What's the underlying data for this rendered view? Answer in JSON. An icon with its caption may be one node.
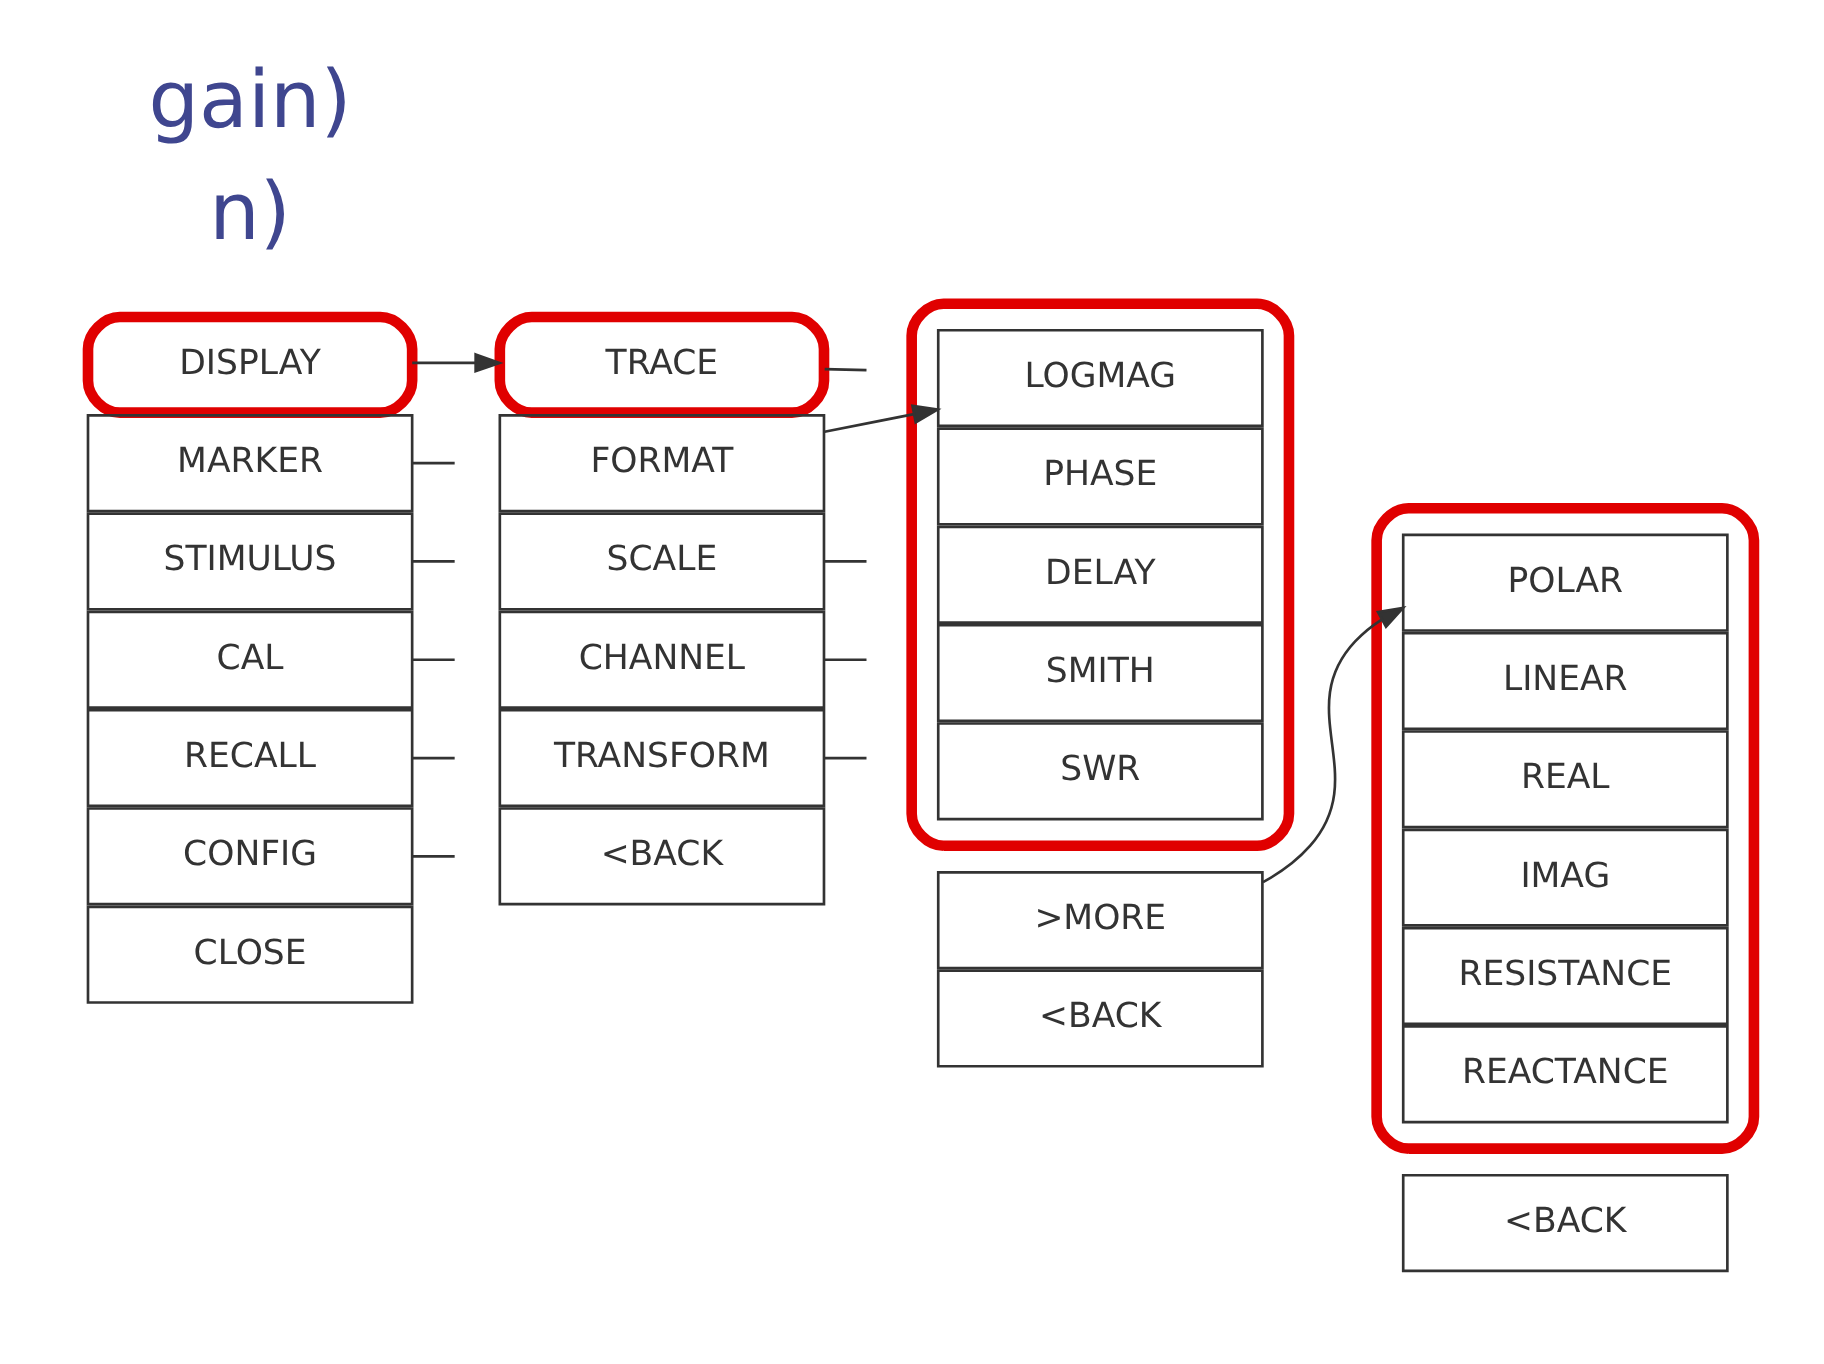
{
  "diagram": {
    "nodes": [
      {
        "text": [
          "DISPLAY"
        ]
      },
      {
        "text": [
          "MARKER"
        ]
      },
      {
        "text": [
          "STIMULUS"
        ]
      },
      {
        "text": [
          "CAL"
        ]
      },
      {
        "text": [
          "RECALL"
        ]
      },
      {
        "text": [
          "CONFIG"
        ]
      },
      {
        "text": [
          "CLOSE"
        ]
      },
      {
        "text": [
          "TRACE"
        ]
      },
      {
        "text": [
          "FORMAT"
        ]
      },
      {
        "text": [
          "SCALE"
        ]
      },
      {
        "text": [
          "CHANNEL"
        ]
      },
      {
        "text": [
          "TRANSFORM"
        ]
      },
      {
        "text": [
          "<BACK"
        ]
      },
      {
        "text": [],
        "shape": "box"
      },
      {
        "text": [
          "LOGMAG"
        ],
        "in": 13
      },
      {
        "text": [
          "PHASE"
        ],
        "in": 13
      },
      {
        "text": [
          "DELAY"
        ],
        "in": 13
      },
      {
        "text": [
          "SMITH"
        ],
        "in": 13
      },
      {
        "text": [
          "SWR"
        ],
        "in": 13
      },
      {
        "text": [
          ">MORE"
        ]
      },
      {
        "text": [
          "<BACK"
        ]
      },
      {
        "text": [],
        "shape": "box"
      },
      {
        "text": [
          "POLAR"
        ],
        "in": 21
      },
      {
        "text": [
          "LINEAR"
        ],
        "in": 21
      },
      {
        "text": [
          "REAL"
        ],
        "in": 21
      },
      {
        "text": [
          "IMAG"
        ],
        "in": 21
      },
      {
        "text": [
          "RESISTANCE"
        ],
        "in": 21
      },
      {
        "text": [
          "REACTANCE"
        ],
        "in": 21
      },
      {
        "text": [
          "<BACK"
        ]
      }
    ],
    "edges": [
      {
        "from": 0,
        "to": 7,
        "arrow": "to"
      },
      {
        "from": 1,
        "to": null,
        "arrow": "none"
      },
      {
        "from": 2,
        "to": null,
        "arrow": "none"
      },
      {
        "from": 3,
        "to": null,
        "arrow": "none"
      },
      {
        "from": 4,
        "to": null,
        "arrow": "none"
      },
      {
        "from": 5,
        "to": null,
        "arrow": "none"
      },
      {
        "from": 7,
        "to": null,
        "arrow": "none"
      },
      {
        "from": 8,
        "to": 14,
        "arrow": "to"
      },
      {
        "from": 9,
        "to": null,
        "arrow": "none"
      },
      {
        "from": 10,
        "to": null,
        "arrow": "none"
      },
      {
        "from": 11,
        "to": null,
        "arrow": "none"
      },
      {
        "from": 19,
        "to": 22,
        "arrow": "to"
      }
    ],
    "labels": [
      "gain)",
      "n)"
    ]
  }
}
